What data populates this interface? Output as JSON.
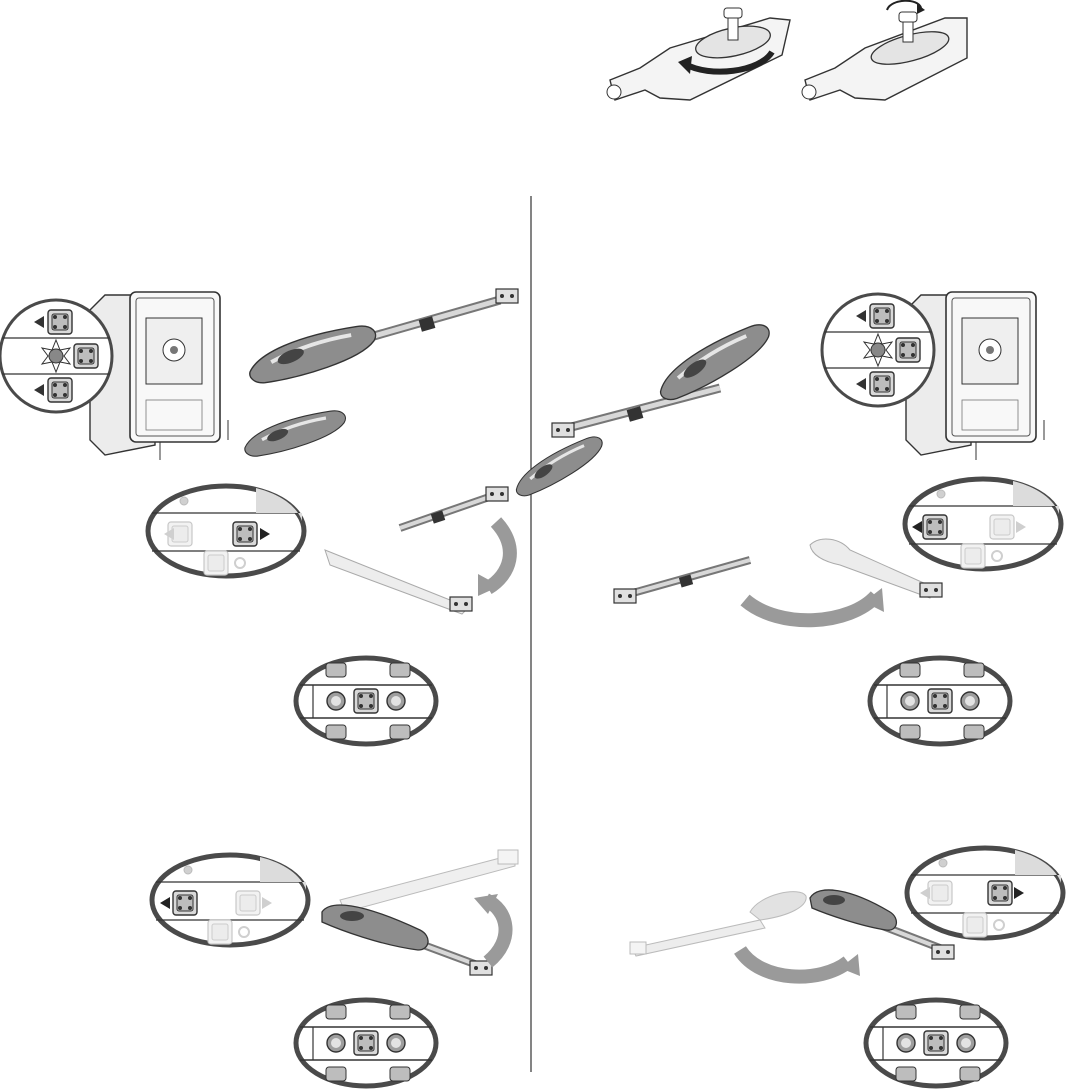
{
  "page": {
    "background": "#ffffff",
    "line_color": "#333333",
    "fill_light": "#e6e6e6",
    "fill_mid": "#bdbdbd",
    "fill_dark": "#555555",
    "arrow_color": "#9a9a9a"
  },
  "header": {
    "icons": [
      "key-release-icon",
      "key-lock-icon"
    ]
  },
  "columns": [
    {
      "id": "left",
      "steps": [
        {
          "icon": "control-box-icon",
          "detail": "button-zoom-detail"
        },
        {
          "icon": "arm-open-right-icon",
          "detail": "right-arrow-button-detail"
        },
        {
          "icon": "center-button-detail"
        },
        {
          "icon": "arm-close-left-icon",
          "detail": "left-arrow-button-detail"
        },
        {
          "icon": "center-button-detail"
        }
      ]
    },
    {
      "id": "right",
      "steps": [
        {
          "icon": "control-box-icon",
          "detail": "button-zoom-detail"
        },
        {
          "icon": "arm-open-left-icon",
          "detail": "left-arrow-button-detail"
        },
        {
          "icon": "center-button-detail"
        },
        {
          "icon": "arm-close-right-icon",
          "detail": "right-arrow-button-detail"
        },
        {
          "icon": "center-button-detail"
        }
      ]
    }
  ]
}
